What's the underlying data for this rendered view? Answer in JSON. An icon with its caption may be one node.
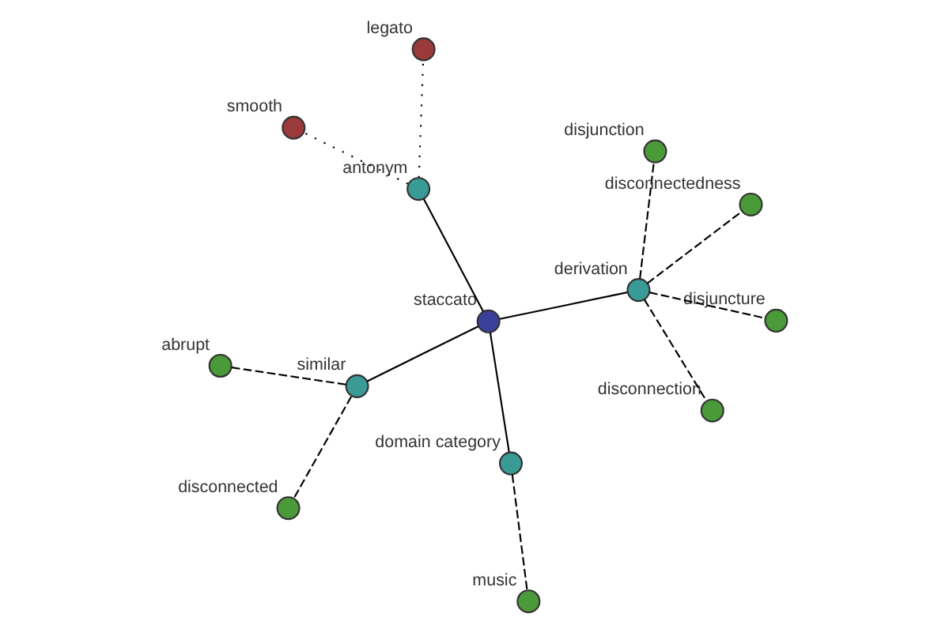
{
  "diagram": {
    "nodes": [
      {
        "text": [
          "staccato"
        ]
      },
      {
        "text": [
          "antonym"
        ]
      },
      {
        "text": [
          "smooth"
        ]
      },
      {
        "text": [
          "legato"
        ]
      },
      {
        "text": [
          "similar"
        ]
      },
      {
        "text": [
          "abrupt"
        ]
      },
      {
        "text": [
          "disconnected"
        ]
      },
      {
        "text": [
          "domain category"
        ]
      },
      {
        "text": [
          "music"
        ]
      },
      {
        "text": [
          "derivation"
        ]
      },
      {
        "text": [
          "disconnection"
        ]
      },
      {
        "text": [
          "disjunction"
        ]
      },
      {
        "text": [
          "disjuncture"
        ]
      },
      {
        "text": [
          "disconnectedness"
        ]
      }
    ],
    "edges": [
      {
        "from": 0,
        "to": 1,
        "arrow": "none"
      },
      {
        "from": 1,
        "to": 2,
        "arrow": "none",
        "style": "dashed"
      },
      {
        "from": 1,
        "to": 3,
        "arrow": "none",
        "style": "dashed"
      },
      {
        "from": 0,
        "to": 4,
        "arrow": "none"
      },
      {
        "from": 4,
        "to": 5,
        "arrow": "none",
        "style": "dashed"
      },
      {
        "from": 4,
        "to": 6,
        "arrow": "none",
        "style": "dashed"
      },
      {
        "from": 0,
        "to": 7,
        "arrow": "none"
      },
      {
        "from": 7,
        "to": 8,
        "arrow": "none",
        "style": "dashed"
      },
      {
        "from": 0,
        "to": 9,
        "arrow": "none"
      },
      {
        "from": 9,
        "to": 10,
        "arrow": "none",
        "style": "dashed"
      },
      {
        "from": 9,
        "to": 11,
        "arrow": "none",
        "style": "dashed"
      },
      {
        "from": 9,
        "to": 12,
        "arrow": "none",
        "style": "dashed"
      },
      {
        "from": 9,
        "to": 13,
        "arrow": "none",
        "style": "dashed"
      }
    ]
  }
}
